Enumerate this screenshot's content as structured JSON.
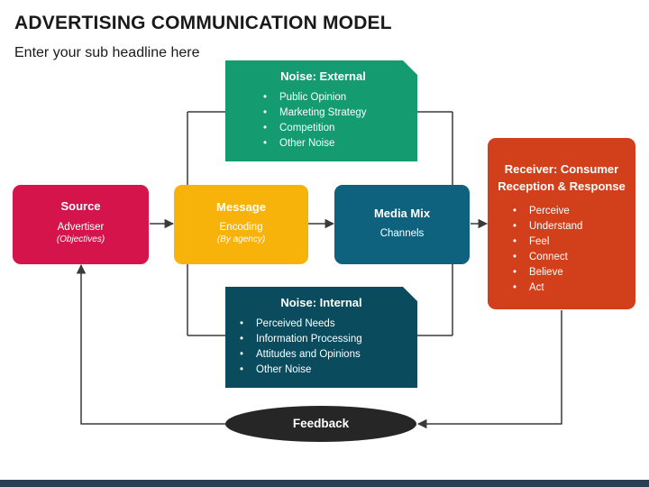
{
  "title": "ADVERTISING COMMUNICATION MODEL",
  "subtitle": "Enter your sub headline here",
  "colors": {
    "source": "#d4144a",
    "message": "#f7b30a",
    "media": "#0f627e",
    "receiver": "#d2401b",
    "noise_external": "#149c70",
    "noise_internal": "#0a4c5e",
    "feedback": "#262626",
    "connector": "#3a3a3a"
  },
  "source": {
    "title": "Source",
    "line1": "Advertiser",
    "line2": "(Objectives)"
  },
  "message": {
    "title": "Message",
    "line1": "Encoding",
    "line2": "(By agency)"
  },
  "media": {
    "title": "Media Mix",
    "line1": "Channels"
  },
  "receiver": {
    "title": "Receiver: Consumer Reception & Response",
    "items": [
      "Perceive",
      "Understand",
      "Feel",
      "Connect",
      "Believe",
      "Act"
    ]
  },
  "noise_external": {
    "title": "Noise: External",
    "items": [
      "Public Opinion",
      "Marketing Strategy",
      "Competition",
      "Other Noise"
    ]
  },
  "noise_internal": {
    "title": "Noise: Internal",
    "items": [
      "Perceived Needs",
      "Information Processing",
      "Attitudes and Opinions",
      "Other Noise"
    ]
  },
  "feedback": {
    "label": "Feedback"
  }
}
